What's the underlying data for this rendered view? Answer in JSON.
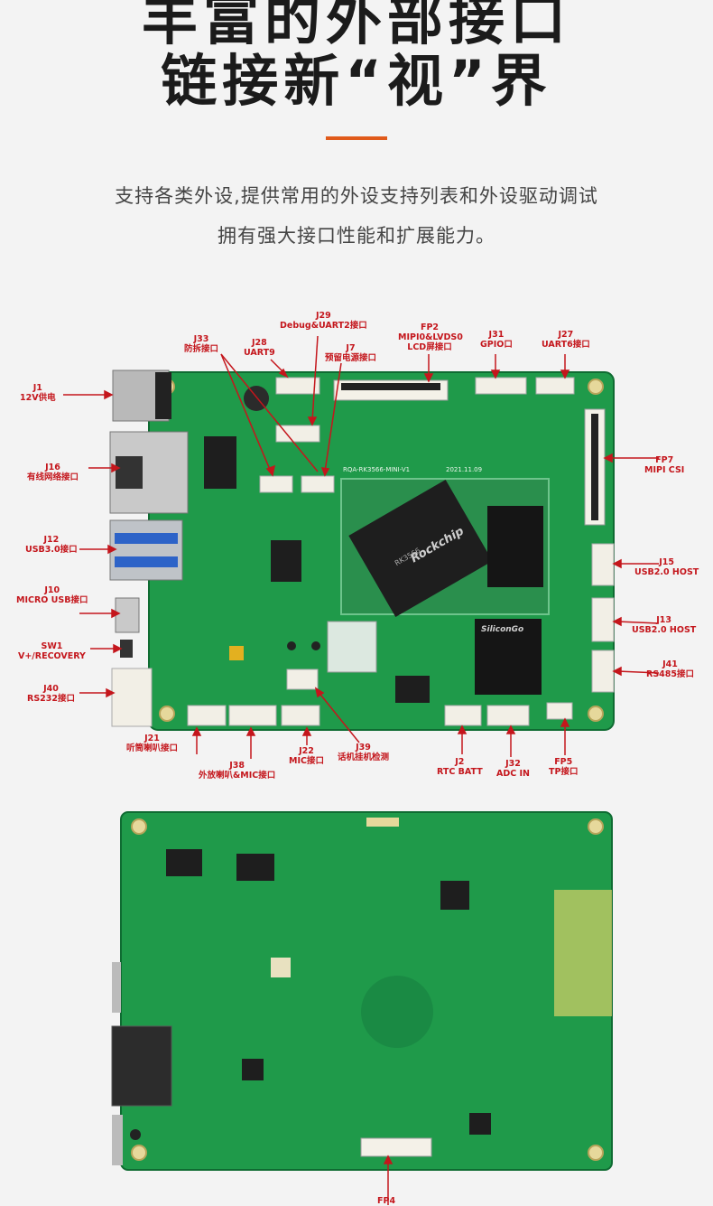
{
  "header": {
    "title_line1": "丰富的外部接口",
    "title_line2": "链接新“视”界",
    "desc_line1": "支持各类外设,提供常用的外设支持列表和外设驱动调试",
    "desc_line2": "拥有强大接口性能和扩展能力。",
    "accent_color": "#e05a1a"
  },
  "board_front": {
    "silkscreen": "RQA-RK3566-MINI-V1",
    "date": "2021.11.09",
    "soc_brand": "Rockchip",
    "soc_model": "RK3566",
    "emmc_brand": "SiliconGo",
    "connectors": [
      {
        "id": "J1",
        "desc": "12V供电"
      },
      {
        "id": "J16",
        "desc": "有线网络接口"
      },
      {
        "id": "J12",
        "desc": "USB3.0接口"
      },
      {
        "id": "J10",
        "desc": "MICRO USB接口"
      },
      {
        "id": "SW1",
        "desc": "V+/RECOVERY"
      },
      {
        "id": "J40",
        "desc": "RS232接口"
      },
      {
        "id": "J21",
        "desc": "听筒喇叭接口"
      },
      {
        "id": "J38",
        "desc": "外放喇叭&MIC接口"
      },
      {
        "id": "J22",
        "desc": "MIC接口"
      },
      {
        "id": "J39",
        "desc": "话机挂机检测"
      },
      {
        "id": "J2",
        "desc": "RTC BATT"
      },
      {
        "id": "J32",
        "desc": "ADC IN"
      },
      {
        "id": "FP5",
        "desc": "TP接口"
      },
      {
        "id": "J41",
        "desc": "RS485接口"
      },
      {
        "id": "J13",
        "desc": "USB2.0 HOST"
      },
      {
        "id": "J15",
        "desc": "USB2.0 HOST"
      },
      {
        "id": "FP7",
        "desc": "MIPI CSI"
      },
      {
        "id": "J27",
        "desc": "UART6接口"
      },
      {
        "id": "J31",
        "desc": "GPIO口"
      },
      {
        "id": "FP2",
        "desc": "MIPI0&LVDS0 LCD屏接口"
      },
      {
        "id": "J29",
        "desc": "Debug&UART2接口"
      },
      {
        "id": "J7",
        "desc": "预留电源接口"
      },
      {
        "id": "J28",
        "desc": "UART9"
      },
      {
        "id": "J33",
        "desc": "防拆接口"
      }
    ]
  },
  "board_back": {
    "connector_label": "FP4"
  },
  "colors": {
    "label": "#c4161c",
    "pcb": "#1f9a4a",
    "pcb_dark": "#15803d",
    "background": "#f3f3f3"
  }
}
